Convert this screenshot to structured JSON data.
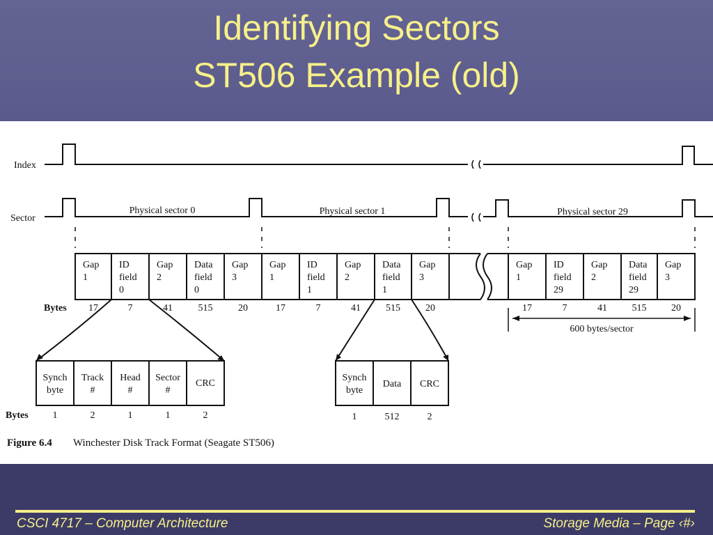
{
  "slide": {
    "title_line1": "Identifying Sectors",
    "title_line2": "ST506 Example (old)"
  },
  "diagram": {
    "signal_labels": {
      "index": "Index",
      "sector": "Sector"
    },
    "physical_sectors": [
      "Physical sector 0",
      "Physical sector 1",
      "Physical sector 29"
    ],
    "track_fields": [
      {
        "lines": [
          "Gap",
          "1"
        ],
        "bytes": "17"
      },
      {
        "lines": [
          "ID",
          "field",
          "0"
        ],
        "bytes": "7"
      },
      {
        "lines": [
          "Gap",
          "2"
        ],
        "bytes": "41"
      },
      {
        "lines": [
          "Data",
          "field",
          "0"
        ],
        "bytes": "515"
      },
      {
        "lines": [
          "Gap",
          "3"
        ],
        "bytes": "20"
      },
      {
        "lines": [
          "Gap",
          "1"
        ],
        "bytes": "17"
      },
      {
        "lines": [
          "ID",
          "field",
          "1"
        ],
        "bytes": "7"
      },
      {
        "lines": [
          "Gap",
          "2"
        ],
        "bytes": "41"
      },
      {
        "lines": [
          "Data",
          "field",
          "1"
        ],
        "bytes": "515"
      },
      {
        "lines": [
          "Gap",
          "3"
        ],
        "bytes": "20"
      },
      {
        "lines": [
          "Gap",
          "1"
        ],
        "bytes": "17"
      },
      {
        "lines": [
          "ID",
          "field",
          "29"
        ],
        "bytes": "7"
      },
      {
        "lines": [
          "Gap",
          "2"
        ],
        "bytes": "41"
      },
      {
        "lines": [
          "Data",
          "field",
          "29"
        ],
        "bytes": "515"
      },
      {
        "lines": [
          "Gap",
          "3"
        ],
        "bytes": "20"
      }
    ],
    "bytes_label": "Bytes",
    "sector_size_label": "600 bytes/sector",
    "id_field_detail": [
      {
        "lines": [
          "Synch",
          "byte"
        ],
        "bytes": "1"
      },
      {
        "lines": [
          "Track",
          "#"
        ],
        "bytes": "2"
      },
      {
        "lines": [
          "Head",
          "#"
        ],
        "bytes": "1"
      },
      {
        "lines": [
          "Sector",
          "#"
        ],
        "bytes": "1"
      },
      {
        "lines": [
          "CRC"
        ],
        "bytes": "2"
      }
    ],
    "data_field_detail": [
      {
        "lines": [
          "Synch",
          "byte"
        ],
        "bytes": "1"
      },
      {
        "lines": [
          "Data"
        ],
        "bytes": "512"
      },
      {
        "lines": [
          "CRC"
        ],
        "bytes": "2"
      }
    ],
    "caption_number": "Figure 6.4",
    "caption_text": "Winchester Disk Track Format (Seagate ST506)"
  },
  "footer": {
    "left": "CSCI 4717 – Computer Architecture",
    "right": "Storage Media – Page ‹#›"
  }
}
